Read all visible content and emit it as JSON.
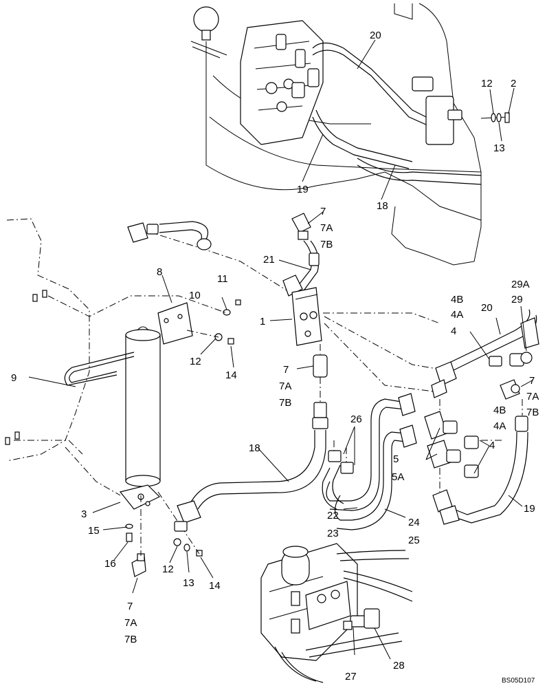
{
  "figure": {
    "code": "BS05D107",
    "callouts": [
      {
        "id": "c-20-top",
        "text": "20"
      },
      {
        "id": "c-12-top",
        "text": "12"
      },
      {
        "id": "c-2-top",
        "text": "2"
      },
      {
        "id": "c-13-top",
        "text": "13"
      },
      {
        "id": "c-19-top",
        "text": "19"
      },
      {
        "id": "c-18-top",
        "text": "18"
      },
      {
        "id": "c-7-mid",
        "text": "7"
      },
      {
        "id": "c-7a-mid",
        "text": "7A"
      },
      {
        "id": "c-7b-mid",
        "text": "7B"
      },
      {
        "id": "c-21",
        "text": "21"
      },
      {
        "id": "c-8",
        "text": "8"
      },
      {
        "id": "c-11",
        "text": "11"
      },
      {
        "id": "c-10",
        "text": "10"
      },
      {
        "id": "c-1",
        "text": "1"
      },
      {
        "id": "c-29a",
        "text": "29A"
      },
      {
        "id": "c-4b-up",
        "text": "4B"
      },
      {
        "id": "c-29",
        "text": "29"
      },
      {
        "id": "c-4a-up",
        "text": "4A"
      },
      {
        "id": "c-20-mid",
        "text": "20"
      },
      {
        "id": "c-4-up",
        "text": "4"
      },
      {
        "id": "c-12-mid",
        "text": "12"
      },
      {
        "id": "c-14-mid",
        "text": "14"
      },
      {
        "id": "c-9",
        "text": "9"
      },
      {
        "id": "c-7-lower",
        "text": "7"
      },
      {
        "id": "c-7a-lower",
        "text": "7A"
      },
      {
        "id": "c-7b-lower",
        "text": "7B"
      },
      {
        "id": "c-7-right",
        "text": "7"
      },
      {
        "id": "c-7a-right",
        "text": "7A"
      },
      {
        "id": "c-4b-right",
        "text": "4B"
      },
      {
        "id": "c-7b-right",
        "text": "7B"
      },
      {
        "id": "c-4a-right",
        "text": "4A"
      },
      {
        "id": "c-26",
        "text": "26"
      },
      {
        "id": "c-4-right",
        "text": "4"
      },
      {
        "id": "c-5",
        "text": "5"
      },
      {
        "id": "c-5a",
        "text": "5A"
      },
      {
        "id": "c-18-mid",
        "text": "18"
      },
      {
        "id": "c-3",
        "text": "3"
      },
      {
        "id": "c-22",
        "text": "22"
      },
      {
        "id": "c-24",
        "text": "24"
      },
      {
        "id": "c-19-right",
        "text": "19"
      },
      {
        "id": "c-15",
        "text": "15"
      },
      {
        "id": "c-23",
        "text": "23"
      },
      {
        "id": "c-25",
        "text": "25"
      },
      {
        "id": "c-16",
        "text": "16"
      },
      {
        "id": "c-12-bot",
        "text": "12"
      },
      {
        "id": "c-13-bot",
        "text": "13"
      },
      {
        "id": "c-14-bot",
        "text": "14"
      },
      {
        "id": "c-7-bot",
        "text": "7"
      },
      {
        "id": "c-7a-bot",
        "text": "7A"
      },
      {
        "id": "c-7b-bot",
        "text": "7B"
      },
      {
        "id": "c-27",
        "text": "27"
      },
      {
        "id": "c-28",
        "text": "28"
      }
    ]
  }
}
